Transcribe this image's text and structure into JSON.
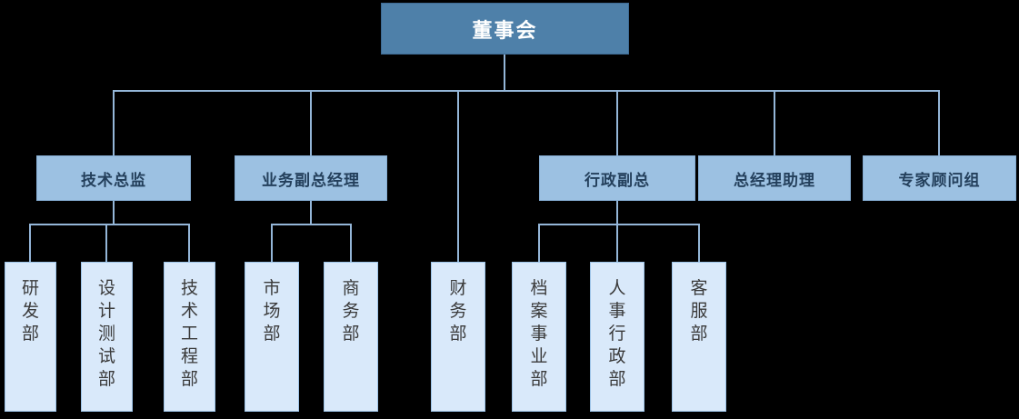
{
  "diagram": {
    "type": "org-chart",
    "background": "#000000"
  },
  "palette": {
    "level1_fill": "#4E80A9",
    "level1_border": "#3E6B94",
    "level1_text": "#FFFFFF",
    "level2_fill": "#9CC1E2",
    "level2_border": "#86AED4",
    "level2_text": "#24405C",
    "level3_fill": "#D9E9FA",
    "level3_border": "#9EC4E8",
    "level3_text": "#3A3A3A",
    "connector": "#94B6D8",
    "bg": "#000000"
  },
  "org": {
    "root": {
      "label": "董事会"
    },
    "managers": [
      {
        "label": "技术总监",
        "parent": "董事会"
      },
      {
        "label": "业务副总经理",
        "parent": "董事会"
      },
      {
        "label": "行政副总",
        "parent": "董事会"
      },
      {
        "label": "总经理助理",
        "parent": "董事会"
      },
      {
        "label": "专家顾问组",
        "parent": "董事会"
      }
    ],
    "departments": [
      {
        "label": "研发部",
        "parent": "技术总监"
      },
      {
        "label": "设计测试部",
        "parent": "技术总监"
      },
      {
        "label": "技术工程部",
        "parent": "技术总监"
      },
      {
        "label": "市场部",
        "parent": "业务副总经理"
      },
      {
        "label": "商务部",
        "parent": "业务副总经理"
      },
      {
        "label": "财务部",
        "parent": "董事会"
      },
      {
        "label": "档案事业部",
        "parent": "行政副总"
      },
      {
        "label": "人事行政部",
        "parent": "行政副总"
      },
      {
        "label": "客服部",
        "parent": "行政副总"
      }
    ]
  }
}
